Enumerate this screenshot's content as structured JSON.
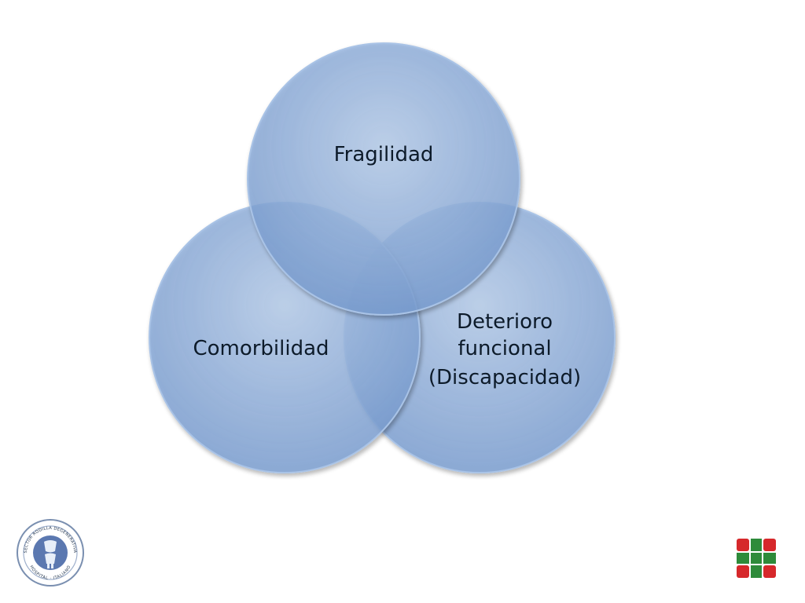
{
  "venn": {
    "circles": [
      {
        "id": "fragilidad",
        "lines": [
          "Fragilidad"
        ]
      },
      {
        "id": "comorbilidad",
        "lines": [
          "Comorbilidad"
        ]
      },
      {
        "id": "deterioro",
        "lines": [
          "Deterioro",
          "funcional",
          "(Discapacidad)"
        ]
      }
    ]
  },
  "colors": {
    "circle_fill": "#7ea3d6",
    "circle_stroke": "#a9c3e6",
    "text": "#0d1b2a",
    "cross_red": "#d6282b",
    "cross_green": "#2e8b3a"
  },
  "logos": {
    "left": {
      "ring_text_top": "SECTOR RODILLA DEGENERATIVA",
      "ring_text_bottom": "HOSPITAL · ITALIANO"
    },
    "right": {
      "name": "hospital-italiano-cross-icon"
    }
  }
}
